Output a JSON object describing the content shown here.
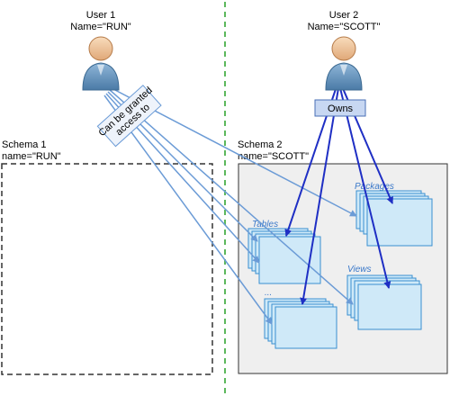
{
  "user1": {
    "title": "User 1",
    "name": "Name=\"RUN\""
  },
  "user2": {
    "title": "User 2",
    "name": "Name=\"SCOTT\""
  },
  "grant_label": {
    "line1": "Can be granted",
    "line2": "access to"
  },
  "owns_label": "Owns",
  "schema1": {
    "title": "Schema 1",
    "name": "name=\"RUN\""
  },
  "schema2": {
    "title": "Schema 2",
    "name": "name=\"SCOTT\""
  },
  "groups": {
    "tables": "Tables",
    "packages": "Packages",
    "views": "Views",
    "other": "..."
  },
  "colors": {
    "divider": "#5cb85c",
    "owns_arrow": "#1f2fc4",
    "grant_arrow": "#6b9bd6",
    "object_fill": "#cfe9f8",
    "object_stroke": "#3a8fd0",
    "schema2_fill": "#efefef",
    "owns_box_fill": "#c7d7f2",
    "user_head": "#f0c9a0",
    "user_body": "#5f8fb8"
  }
}
